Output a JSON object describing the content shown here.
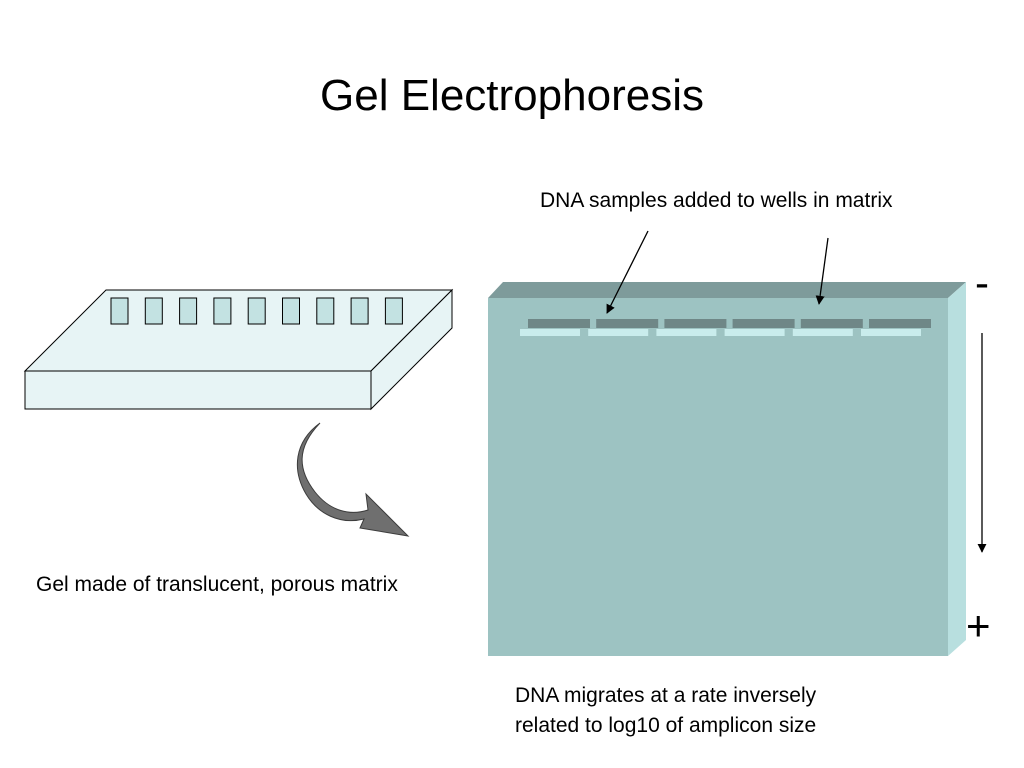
{
  "title": "Gel Electrophoresis",
  "captions": {
    "gel_matrix": "Gel made of translucent, porous matrix",
    "samples": "DNA samples added to wells in matrix",
    "migration_line1": "DNA migrates at a rate inversely",
    "migration_line2": "related to log10 of amplicon size"
  },
  "electrodes": {
    "negative": "-",
    "positive": "+"
  },
  "colors": {
    "gel_tray_fill": "#e7f4f5",
    "well_fill": "#c3e2e2",
    "gel_slab_face": "#9dc3c2",
    "gel_slab_top": "#7e9b9b",
    "gel_slab_side": "#b8dfdf",
    "band_dark": "#6f8787",
    "band_light": "#c9ecec",
    "curved_arrow": "#6f6f6f"
  },
  "counts": {
    "tray_wells": 9,
    "gel_lanes": 6
  }
}
